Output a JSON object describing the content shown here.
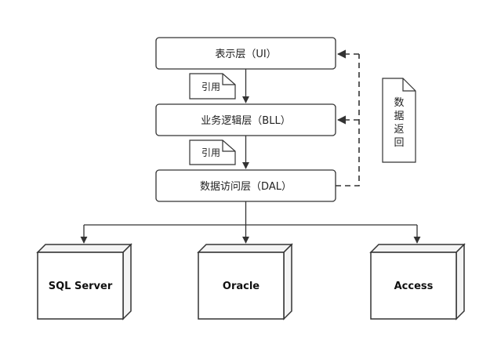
{
  "layers": {
    "ui": "表示层（UI）",
    "bll": "业务逻辑层（BLL）",
    "dal": "数据访问层（DAL）"
  },
  "reference_notes": [
    "引用",
    "引用"
  ],
  "return_note": [
    "数",
    "据",
    "返",
    "回"
  ],
  "databases": [
    "SQL Server",
    "Oracle",
    "Access"
  ],
  "colors": {
    "line": "#333333",
    "box_fill": "#ffffff",
    "db_fill": "#f4f4f4"
  }
}
